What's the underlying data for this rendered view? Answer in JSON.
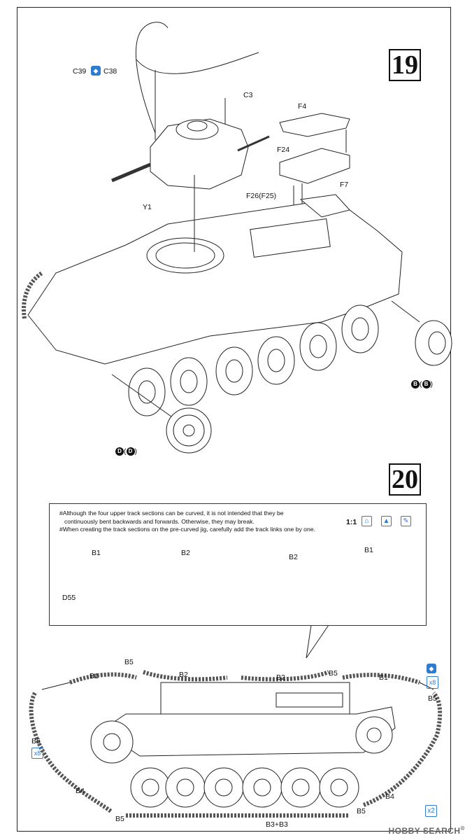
{
  "steps": {
    "s19": "19",
    "s20": "20"
  },
  "step19": {
    "c39": "C39",
    "c38": "C38",
    "c3": "C3",
    "f4": "F4",
    "f24": "F24",
    "f7": "F7",
    "f26": "F26(F25)",
    "y1": "Y1",
    "b_letter": "B",
    "d_letter": "D"
  },
  "note": {
    "line1": "#Although the four upper track sections can be curved, it is not intended that they be",
    "line2": "continuously bent backwards and forwards. Otherwise, they may break.",
    "line3": "#When creating the track sections on the pre-curved jig, carefully add the track links one by one.",
    "scale": "1:1",
    "b1a": "B1",
    "b2a": "B2",
    "b2b": "B2",
    "b1b": "B1",
    "d55": "D55"
  },
  "step20": {
    "b5_tl": "B5",
    "b1_l": "B1",
    "b2_l": "B2",
    "b2_r": "B2",
    "b5_tr": "B5",
    "b1_r": "B1",
    "b5_r": "B5",
    "b5_l": "B5",
    "b4_l": "B4",
    "b5_bl": "B5",
    "b3": "B3+B3",
    "b5_br": "B5",
    "b4_r": "B4",
    "x8_l": "x8",
    "x8_r": "x8",
    "x2": "x2"
  },
  "watermark": {
    "brand": "HOBBY SEARCH",
    "reg": "®"
  }
}
